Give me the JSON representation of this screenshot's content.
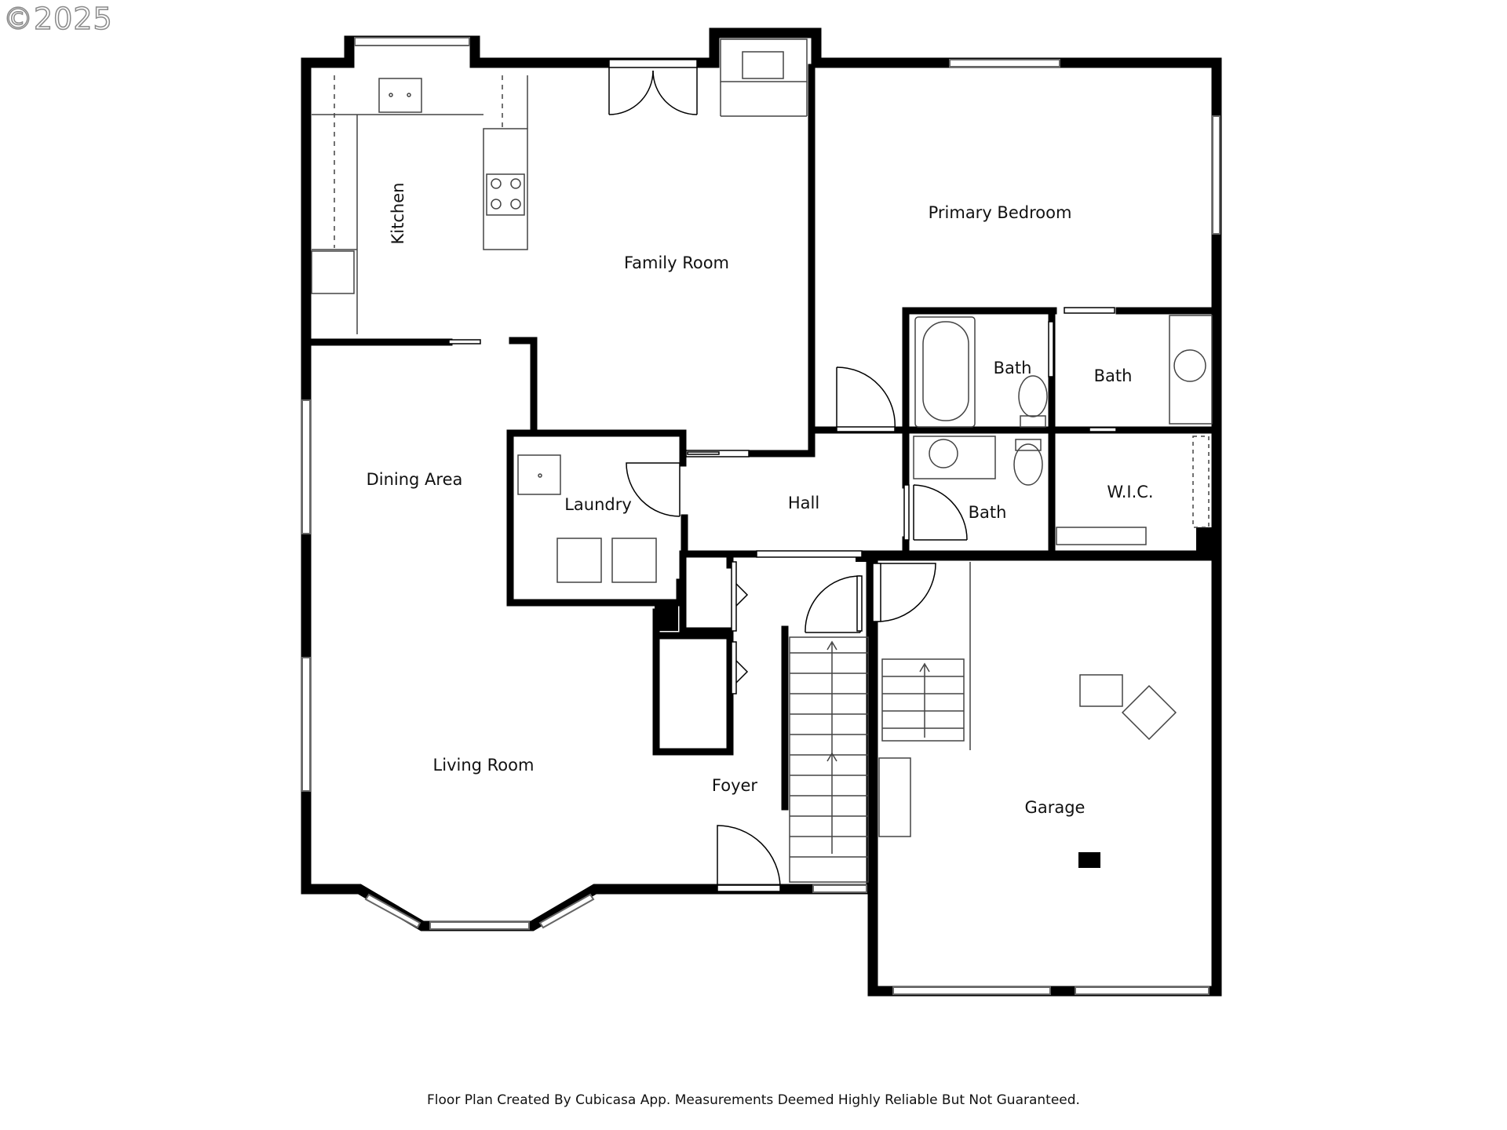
{
  "copyright": "©2025",
  "footer_note": "Floor Plan Created By Cubicasa App. Measurements Deemed Highly Reliable But Not Guaranteed.",
  "rooms": {
    "kitchen": "Kitchen",
    "family_room": "Family Room",
    "primary_bedroom": "Primary Bedroom",
    "bath_tub": "Bath",
    "bath_primary": "Bath",
    "dining_area": "Dining Area",
    "laundry": "Laundry",
    "hall": "Hall",
    "bath_hall": "Bath",
    "wic": "W.I.C.",
    "living_room": "Living Room",
    "foyer": "Foyer",
    "garage": "Garage"
  },
  "colors": {
    "wall": "#000000",
    "fixture": "#444444",
    "window": "#888888",
    "background": "#ffffff"
  }
}
